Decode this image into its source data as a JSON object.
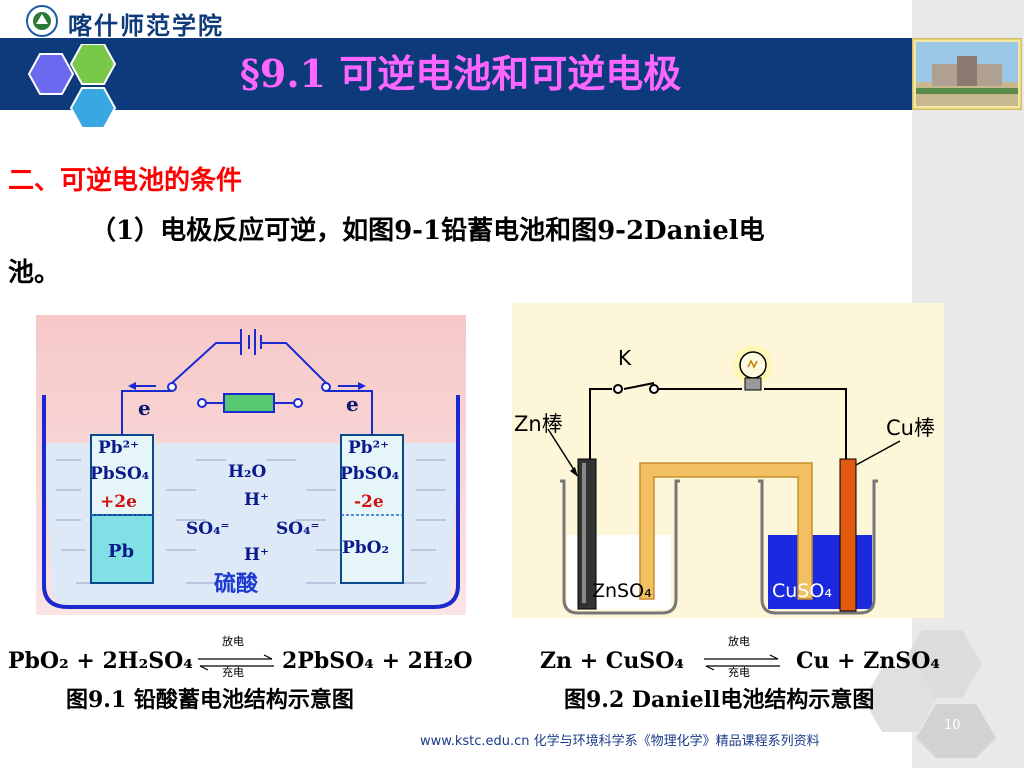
{
  "header": {
    "logo_text": "喀什师范学院",
    "title": "§9.1 可逆电池和可逆电极"
  },
  "content": {
    "heading": "二、可逆电池的条件",
    "para_line1": "（1）电极反应可逆，如图9-1铅蓄电池和图9-2Daniel电",
    "para_line2": "池。"
  },
  "figure1": {
    "e_left": "e",
    "e_right": "e",
    "left_labels": [
      "Pb²⁺",
      "PbSO₄",
      "+2e",
      "Pb"
    ],
    "right_labels": [
      "Pb²⁺",
      "PbSO₄",
      "-2e",
      "PbO₂"
    ],
    "center_labels": [
      "H₂O",
      "H⁺",
      "SO₄⁼",
      "SO₄⁼",
      "H⁺"
    ],
    "acid_label": "硫酸",
    "equation": {
      "left": "PbO₂ + 2H₂SO₄",
      "right": "2PbSO₄ + 2H₂O",
      "discharge": "放电",
      "charge": "充电"
    },
    "caption": "图9.1 铅酸蓄电池结构示意图"
  },
  "figure2": {
    "switch_label": "K",
    "zn_rod": "Zn棒",
    "cu_rod": "Cu棒",
    "zn_solution": "ZnSO₄",
    "cu_solution": "CuSO₄",
    "equation": {
      "left": "Zn + CuSO₄",
      "right": "Cu + ZnSO₄",
      "discharge": "放电",
      "charge": "充电"
    },
    "caption": "图9.2 Daniell电池结构示意图"
  },
  "footer": {
    "url": "www.kstc.edu.cn",
    "text": "化学与环境科学系《物理化学》精品课程系列资料",
    "page": "10"
  }
}
